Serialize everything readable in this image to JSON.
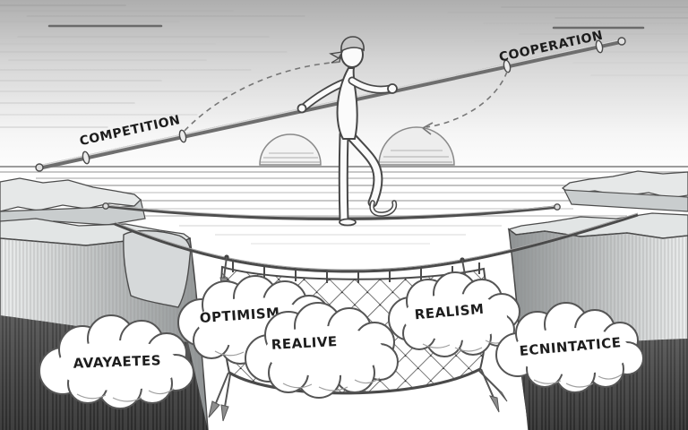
{
  "illustration": {
    "pole": {
      "left_label": "COMPETITION",
      "right_label": "COOPERATION"
    },
    "safety_net_clouds": [
      {
        "id": "avayaetes",
        "label": "AVAYAETES"
      },
      {
        "id": "optimism",
        "label": "OPTIMISM"
      },
      {
        "id": "realive",
        "label": "REALIVE"
      },
      {
        "id": "realism",
        "label": "REALISM"
      },
      {
        "id": "ecnintatice",
        "label": "ECNINTATICE"
      }
    ],
    "colors": {
      "ink": "#474747",
      "paper": "#fbfbfb",
      "sky_top": "#b2b2b2",
      "rock_light": "#dfe2e2",
      "rock_dark": "#353535",
      "net_rope": "#4a4a4a"
    }
  }
}
